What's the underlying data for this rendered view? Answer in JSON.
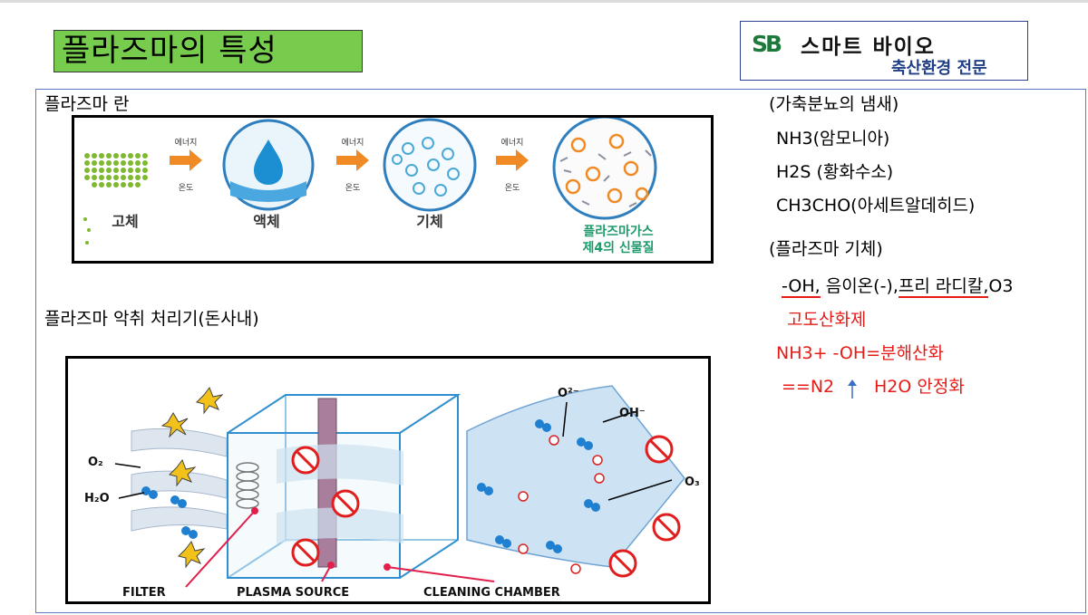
{
  "title": "플라즈마의 특성",
  "logo": {
    "mark": "SB",
    "name": "스마트 바이오",
    "subtitle": "축산환경 전문"
  },
  "left": {
    "section1": "플라즈마 란",
    "section2": "플라즈마 악취 처리기(돈사내)"
  },
  "states": {
    "energy": "에너지",
    "temp": "온도",
    "solid": "고체",
    "liquid": "액체",
    "gas": "기체",
    "plasma_gas": "플라즈마가스",
    "fourth": "제4의 신물질"
  },
  "device": {
    "o2": "O₂",
    "h2o": "H₂O",
    "o2minus": "O²⁻",
    "oh": "OH⁻",
    "o3": "O₃",
    "filter": "FILTER",
    "plasma_source": "PLASMA SOURCE",
    "cleaning": "CLEANING CHAMBER"
  },
  "right": {
    "odor_title": "(가축분뇨의 냄새)",
    "nh3": "NH3(암모니아)",
    "h2s": "H2S (황화수소)",
    "ch3cho": "CH3CHO(아세트알데히드)",
    "plasma_title": "(플라즈마 기체)",
    "oh_part": "-OH,",
    "ion_part": " 음이온(-),",
    "radical_part": "프리 라디칼,",
    "o3_part": "O3",
    "oxidizer": "고도산화제",
    "reaction": "NH3+ -OH=분해산화",
    "n2": "==N2",
    "h2o": "H2O 안정화"
  },
  "colors": {
    "title_bg": "#77cc4e",
    "red": "#e41b17",
    "frame": "#5b79c8",
    "logo_blue": "#1f3f86"
  }
}
